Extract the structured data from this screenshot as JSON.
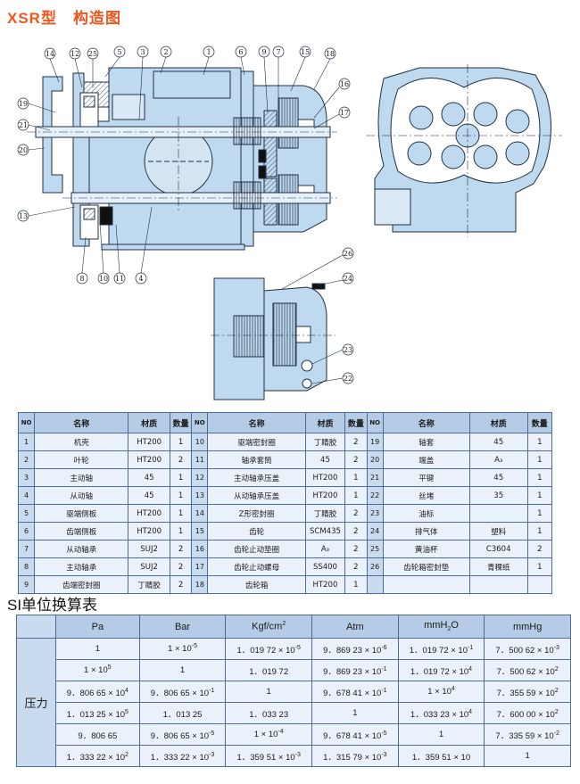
{
  "page_title": "XSR型　构造图",
  "callouts": [
    "14",
    "12",
    "25",
    "5",
    "3",
    "2",
    "1",
    "6",
    "9",
    "7",
    "15",
    "18",
    "19",
    "16",
    "21",
    "17",
    "20",
    "13",
    "8",
    "10",
    "11",
    "4",
    "26",
    "24",
    "23",
    "22"
  ],
  "parts_table": {
    "headers": [
      "NO",
      "名称",
      "材质",
      "数量",
      "NO",
      "名称",
      "材质",
      "数量",
      "NO",
      "名称",
      "材质",
      "数量"
    ],
    "rows": [
      [
        "1",
        "机壳",
        "HT200",
        "1",
        "10",
        "驱端密封圈",
        "丁睛胶",
        "2",
        "19",
        "轴套",
        "45",
        "1"
      ],
      [
        "2",
        "叶轮",
        "HT200",
        "2",
        "11",
        "轴承套筒",
        "45",
        "2",
        "20",
        "端盖",
        "A₃",
        "1"
      ],
      [
        "3",
        "主动轴",
        "45",
        "1",
        "12",
        "主动轴承压盖",
        "HT200",
        "1",
        "21",
        "平键",
        "45",
        "1"
      ],
      [
        "4",
        "从动轴",
        "45",
        "1",
        "13",
        "从动轴承压盖",
        "HT200",
        "1",
        "22",
        "丝堵",
        "35",
        "1"
      ],
      [
        "5",
        "驱端侧板",
        "HT200",
        "1",
        "14",
        "Z形密封圈",
        "丁睛胶",
        "2",
        "23",
        "油标",
        "",
        "1"
      ],
      [
        "6",
        "齿端侧板",
        "HT200",
        "1",
        "15",
        "齿轮",
        "SCM435",
        "2",
        "24",
        "排气体",
        "塑料",
        "1"
      ],
      [
        "7",
        "从动轴承",
        "SUJ2",
        "2",
        "16",
        "齿轮止动垫圈",
        "A₃",
        "2",
        "25",
        "黄油杯",
        "C3604",
        "2"
      ],
      [
        "8",
        "主动轴承",
        "SUJ2",
        "2",
        "17",
        "齿轮止动螺母",
        "SS400",
        "2",
        "26",
        "齿轮箱密封垫",
        "青稞纸",
        "1"
      ],
      [
        "9",
        "齿端密封圈",
        "丁睛胶",
        "2",
        "18",
        "齿轮箱",
        "HT200",
        "1",
        "",
        "",
        "",
        ""
      ]
    ]
  },
  "si": {
    "title": "SI单位换算表",
    "row_label": "压力",
    "units": [
      "Pa",
      "Bar",
      "Kgf/cm",
      "Atm",
      "mmH",
      "mmHg"
    ],
    "unit_sup": {
      "Kgf/cm": "2"
    },
    "unit_sub": {
      "mmH": "2"
    },
    "unit_tail": {
      "mmH": "O"
    },
    "rows": [
      [
        [
          "1",
          ""
        ],
        [
          "1 × 10",
          "-5"
        ],
        [
          "1．019 72 × 10",
          "-5"
        ],
        [
          "9．869 23 × 10",
          "-6"
        ],
        [
          "1．019 72 × 10",
          "-1"
        ],
        [
          "7．500 62 × 10",
          "-3"
        ]
      ],
      [
        [
          "1 × 10",
          "5"
        ],
        [
          "1",
          ""
        ],
        [
          "1．019 72",
          ""
        ],
        [
          "9．869 23 × 10",
          "-1"
        ],
        [
          "1．019 72 × 10",
          "4"
        ],
        [
          "7．500 62 × 10",
          "2"
        ]
      ],
      [
        [
          "9．806 65 × 10",
          "4"
        ],
        [
          "9．806 65 × 10",
          "-1"
        ],
        [
          "1",
          ""
        ],
        [
          "9．678 41 × 10",
          "-1"
        ],
        [
          "1 × 10",
          "4"
        ],
        [
          "7．355 59 × 10",
          "2"
        ]
      ],
      [
        [
          "1．013 25 × 10",
          "5"
        ],
        [
          "1．013 25",
          ""
        ],
        [
          "1．033 23",
          ""
        ],
        [
          "1",
          ""
        ],
        [
          "1．033 23 × 10",
          "4"
        ],
        [
          "7．600 00 × 10",
          "2"
        ]
      ],
      [
        [
          "9．806 65",
          ""
        ],
        [
          "9．806 65 × 10",
          "-5"
        ],
        [
          "1 × 10",
          "-4"
        ],
        [
          "9．678 41 × 10",
          "-5"
        ],
        [
          "1",
          ""
        ],
        [
          "7．335 59 × 10",
          "-2"
        ]
      ],
      [
        [
          "1．333 22 × 10",
          "2"
        ],
        [
          "1．333 22 × 10",
          "-3"
        ],
        [
          "1．359 51 × 10",
          "-3"
        ],
        [
          "1．315 79 × 10",
          "-3"
        ],
        [
          "1．359 51 × 10",
          ""
        ],
        [
          "1",
          ""
        ]
      ]
    ]
  },
  "colors": {
    "title": "#f0551e",
    "fill": "#bfd9ef",
    "stroke": "#1f2f44",
    "header": "#b6cce6"
  }
}
